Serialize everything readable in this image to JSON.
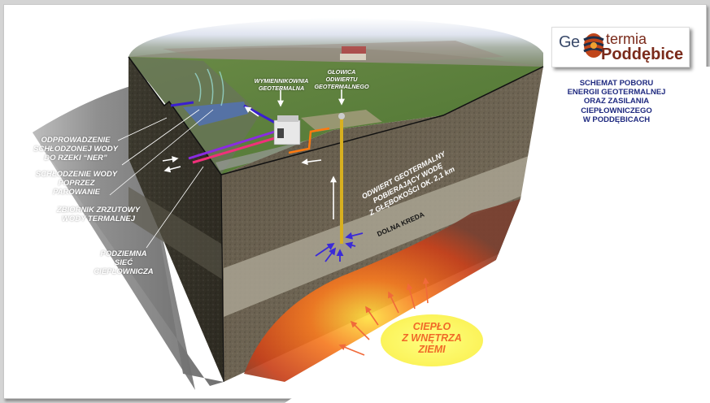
{
  "logo": {
    "prefix": "Ge",
    "suffix": "termia",
    "town": "Poddębice",
    "colors": {
      "prefix": "#3a4a6a",
      "suffix": "#7a2a1a"
    }
  },
  "heading": {
    "lines": [
      "SCHEMAT POBORU",
      "ENERGII GEOTERMALNEJ",
      "ORAZ ZASILANIA",
      "CIEPŁOWNICZEGO",
      "W PODDĘBICACH"
    ],
    "color": "#1f2a80"
  },
  "callouts": {
    "odprowadzenie": [
      "ODPROWADZENIE",
      "SCHŁODZONEJ WODY",
      "DO RZEKI “NER”"
    ],
    "schlodzenie": [
      "SCHŁODZENIE WODY",
      "POPRZEZ",
      "PAROWANIE"
    ],
    "zbiornik": [
      "ZBIORNIK ZRZUTOWY",
      "WODY TERMALNEJ"
    ],
    "siec": [
      "PODZIEMNA",
      "SIEĆ",
      "CIEPŁOWNICZA"
    ]
  },
  "surface_labels": {
    "wymiennikownia": [
      "WYMIENNIKOWNIA",
      "GEOTERMALNA"
    ],
    "glowica": [
      "GŁOWICA",
      "ODWIERTU",
      "GEOTERMALNEGO"
    ]
  },
  "well_label": [
    "ODWIERT GEOTERMALNY",
    "POBIERAJĄCY WODĘ",
    "Z GŁĘBOKOŚCI OK. 2,1 km"
  ],
  "layer_label": "DOLNA KREDA",
  "heat_source": [
    "CIEPŁO",
    "Z WNĘTRZA",
    "ZIEMI"
  ],
  "colors": {
    "pipe_blue": "#3a1fd0",
    "pipe_purple": "#8a2be2",
    "pipe_pink": "#f0307a",
    "pipe_orange": "#ff7a10",
    "well": "#d8b020",
    "arrow_heat": "#f06a3a",
    "arrow_inflow": "#3a2ad8"
  }
}
